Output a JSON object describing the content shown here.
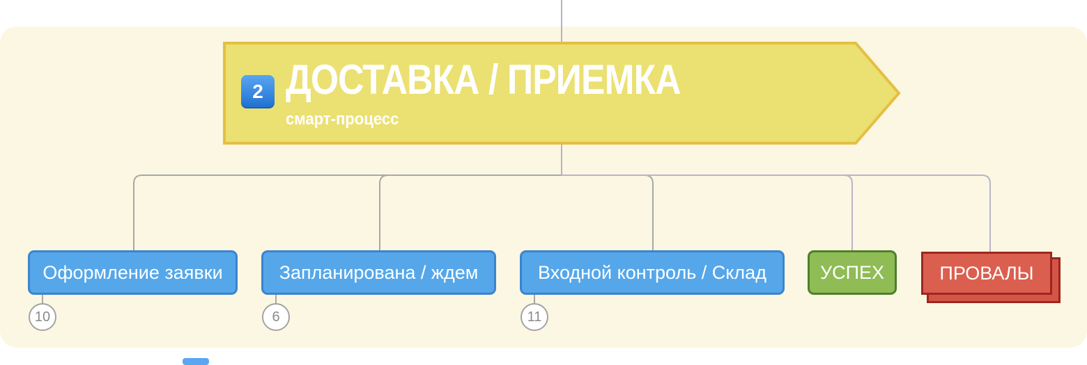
{
  "main_topic": {
    "badge": "2",
    "title": "ДОСТАВКА / ПРИЕМКА",
    "subtitle": "смарт-процесс"
  },
  "stages": [
    {
      "label": "Оформление заявки",
      "count": "10",
      "type": "stage"
    },
    {
      "label": "Запланирована / ждем",
      "count": "6",
      "type": "stage"
    },
    {
      "label": "Входной контроль / Склад",
      "count": "11",
      "type": "stage"
    },
    {
      "label": "УСПЕХ",
      "type": "success"
    },
    {
      "label": "ПРОВАЛЫ",
      "type": "failure"
    }
  ],
  "colors": {
    "panel": "#fbf7e2",
    "main_topic": "#ebe072",
    "stage": "#55a7ea",
    "success": "#8fbc55",
    "failure": "#db5f4f"
  }
}
